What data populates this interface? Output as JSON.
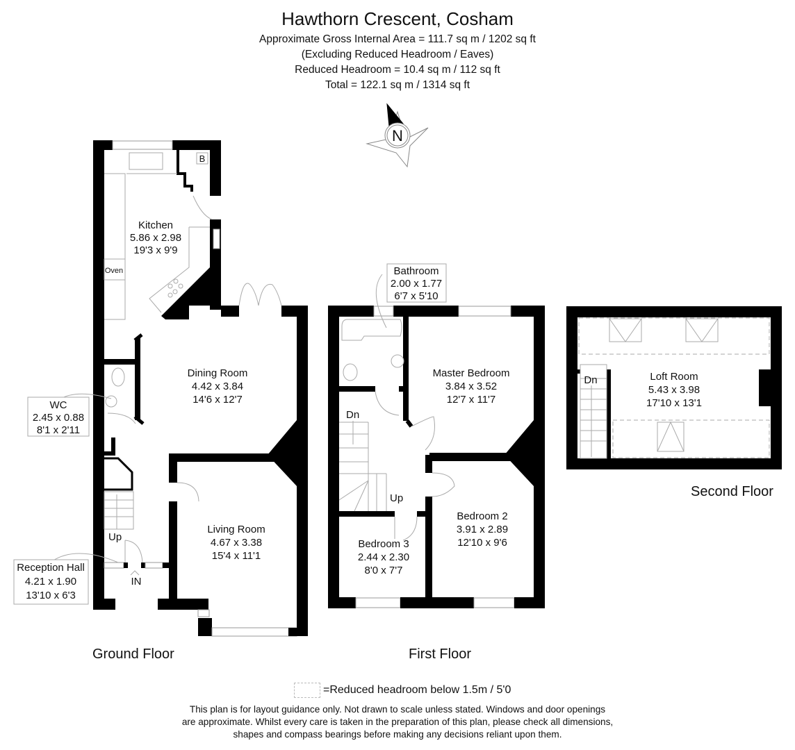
{
  "header": {
    "title": "Hawthorn Crescent, Cosham",
    "lines": [
      "Approximate Gross Internal Area = 111.7 sq m / 1202 sq ft",
      "(Excluding Reduced Headroom / Eaves)",
      "Reduced Headroom = 10.4 sq m / 112 sq ft",
      "Total = 122.1 sq m / 1314 sq ft"
    ]
  },
  "compass": {
    "label": "N",
    "icon": "compass-north-icon"
  },
  "floors": {
    "ground": {
      "label": "Ground Floor",
      "rooms": {
        "kitchen": {
          "name": "Kitchen",
          "metric": "5.86 x 2.98",
          "imperial": "19'3 x 9'9"
        },
        "dining": {
          "name": "Dining Room",
          "metric": "4.42 x 3.84",
          "imperial": "14'6 x 12'7"
        },
        "wc": {
          "name": "WC",
          "metric": "2.45 x 0.88",
          "imperial": "8'1 x 2'11"
        },
        "living": {
          "name": "Living Room",
          "metric": "4.67 x 3.38",
          "imperial": "15'4 x 11'1"
        },
        "reception": {
          "name": "Reception Hall",
          "metric": "4.21 x 1.90",
          "imperial": "13'10 x 6'3"
        }
      },
      "annotations": {
        "boiler": "B",
        "oven": "Oven",
        "up": "Up",
        "entrance": "IN"
      }
    },
    "first": {
      "label": "First Floor",
      "rooms": {
        "bathroom": {
          "name": "Bathroom",
          "metric": "2.00 x 1.77",
          "imperial": "6'7 x 5'10"
        },
        "master": {
          "name": "Master Bedroom",
          "metric": "3.84 x 3.52",
          "imperial": "12'7 x 11'7"
        },
        "bedroom2": {
          "name": "Bedroom 2",
          "metric": "3.91 x 2.89",
          "imperial": "12'10 x 9'6"
        },
        "bedroom3": {
          "name": "Bedroom 3",
          "metric": "2.44 x 2.30",
          "imperial": "8'0 x 7'7"
        }
      },
      "annotations": {
        "down": "Dn",
        "up": "Up"
      }
    },
    "second": {
      "label": "Second Floor",
      "rooms": {
        "loft": {
          "name": "Loft Room",
          "metric": "5.43 x 3.98",
          "imperial": "17'10 x 13'1"
        }
      },
      "annotations": {
        "down": "Dn"
      }
    }
  },
  "legend": {
    "text": "=Reduced headroom below 1.5m / 5'0"
  },
  "disclaimer": [
    "This plan is for layout guidance only. Not drawn to scale unless stated. Windows and door openings",
    "are approximate. Whilst every care is taken in the preparation of this plan, please check all dimensions,",
    "shapes and compass bearings before making any decisions reliant upon them."
  ]
}
